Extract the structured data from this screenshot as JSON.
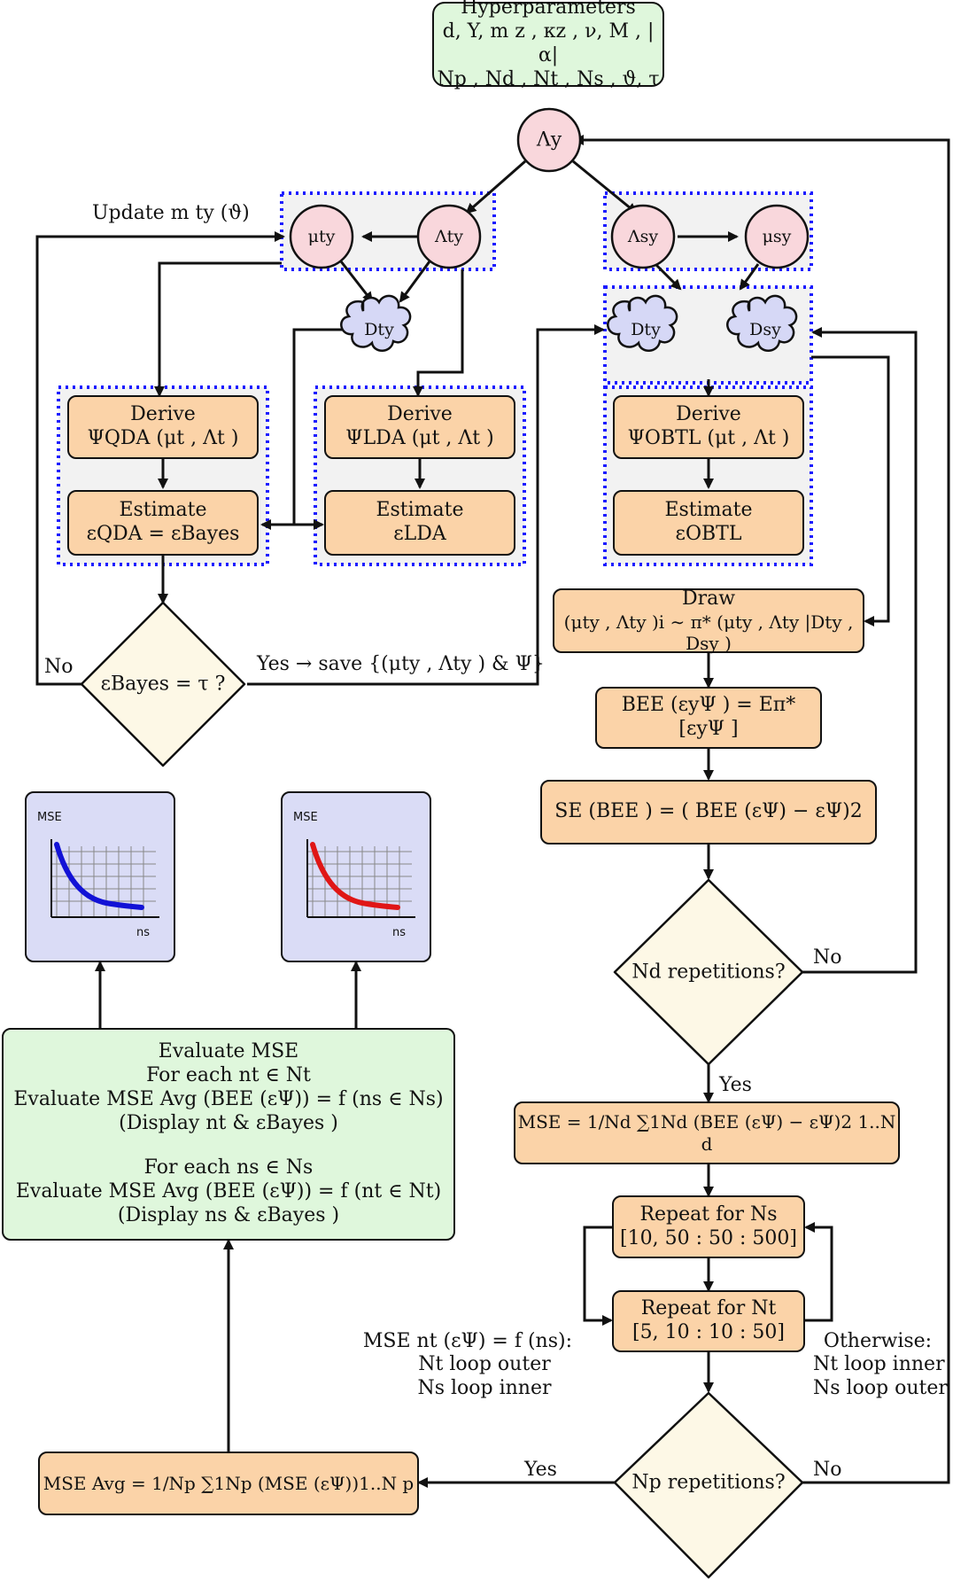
{
  "colors": {
    "node_pink": "#f9d7dc",
    "node_cloud": "#d6d8f6",
    "orange": "#fbd3a8",
    "green": "#dff7dc",
    "diamond": "#fdf8e6",
    "plot_bg": "#dadcf6",
    "dashed_border": "#1a1aff",
    "curve_blue": "#1212d6",
    "curve_red": "#e01616"
  },
  "hyperparameters": {
    "title": "Hyperparameters",
    "line1": "d, Y, m z , κz , ν, M , |α|",
    "line2": "Np , Nd , Nt , Ns , ϑ, τ"
  },
  "nodes": {
    "lambda_y": "Λy",
    "mu_t": "μty",
    "lambda_t": "Λty",
    "lambda_s": "Λsy",
    "mu_s": "μsy",
    "d_t_left": "Dty",
    "d_t_right": "Dty",
    "d_s": "Dsy"
  },
  "labels": {
    "update": "Update m ty (ϑ)",
    "no_left": "No",
    "yes_save": "Yes → save {(μty , Λty ) & Ψ}",
    "no_right_mid": "No",
    "yes_mid": "Yes",
    "yes_bottom": "Yes",
    "no_bottom": "No",
    "mse_nt_line1": "MSE nt (εΨ) = f (ns):",
    "mse_nt_line2": "Nt loop outer",
    "mse_nt_line3": "Ns loop inner",
    "otherwise_line1": "Otherwise:",
    "otherwise_line2": "Nt loop inner",
    "otherwise_line3": "Ns loop outer"
  },
  "boxes": {
    "derive_qda": {
      "title": "Derive",
      "formula": "ΨQDA (μt , Λt )"
    },
    "estimate_qda": {
      "title": "Estimate",
      "formula": "εQDA = εBayes"
    },
    "derive_lda": {
      "title": "Derive",
      "formula": "ΨLDA (μt , Λt )"
    },
    "estimate_lda": {
      "title": "Estimate",
      "formula": "εLDA"
    },
    "derive_obtl": {
      "title": "Derive",
      "formula": "ΨOBTL (μt , Λt )"
    },
    "estimate_obtl": {
      "title": "Estimate",
      "formula": "εOBTL"
    },
    "draw": {
      "title": "Draw",
      "formula": "(μty , Λty )i ∼ π* (μty , Λty |Dty , Dsy )"
    },
    "bee": {
      "formula": "BEE (εyΨ ) = Eπ* [εyΨ ]"
    },
    "se": {
      "formula": "SE (BEE ) = ( BEE (εΨ) − εΨ)2"
    },
    "mse": {
      "formula": "MSE = 1/Nd ∑1Nd (BEE (εΨ) − εΨ)2 1..N d"
    },
    "repeat_ns": {
      "line1": "Repeat for Ns",
      "line2": "[10, 50 : 50 : 500]"
    },
    "repeat_nt": {
      "line1": "Repeat for Nt",
      "line2": "[5, 10 : 10 : 50]"
    },
    "mse_avg": {
      "formula": "MSE Avg = 1/Np ∑1Np (MSE (εΨ))1..N p"
    },
    "evaluate": {
      "line1": "Evaluate MSE",
      "line2": "For each nt ∈ Nt",
      "line3": "Evaluate MSE Avg (BEE (εΨ)) = f (ns ∈ Ns)",
      "line4": "(Display nt & εBayes )",
      "line5": "For each ns ∈ Ns",
      "line6": "Evaluate MSE Avg (BEE (εΨ)) = f (nt ∈ Nt)",
      "line7": "(Display ns & εBayes )"
    }
  },
  "diamonds": {
    "bayes": "εBayes = τ ?",
    "nd": "Nd repetitions?",
    "np": "Np repetitions?"
  },
  "plots": {
    "ylabel": "MSE",
    "xlabel": "ns",
    "left_curve_color": "blue",
    "right_curve_color": "red"
  }
}
